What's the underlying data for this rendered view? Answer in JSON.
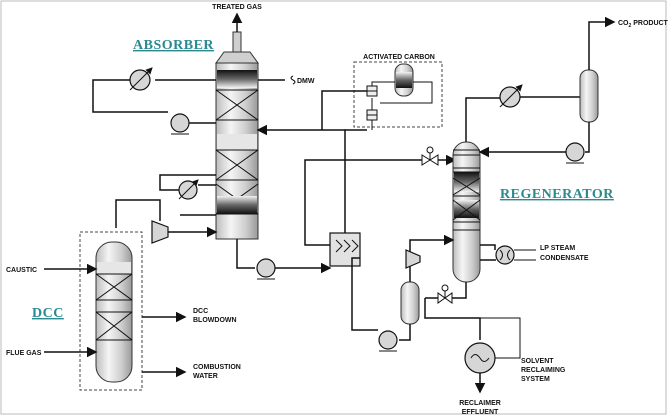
{
  "titles": {
    "absorber": "ABSORBER",
    "regenerator": "REGENERATOR",
    "dcc": "DCC"
  },
  "labels": {
    "treated_gas": "TREATED GAS",
    "co2_product_main": "CO",
    "co2_product_sub": "2",
    "co2_product_tail": " PRODUCT",
    "dmw": "DMW",
    "activated_carbon": "ACTIVATED CARBON",
    "caustic": "CAUSTIC",
    "flue_gas": "FLUE GAS",
    "dcc_blowdown_1": "DCC",
    "dcc_blowdown_2": "BLOWDOWN",
    "combustion_water_1": "COMBUSTION",
    "combustion_water_2": "WATER",
    "lp_steam_1": "LP STEAM",
    "lp_steam_2": "CONDENSATE",
    "solvent_reclaiming_1": "SOLVENT",
    "solvent_reclaiming_2": "RECLAIMING",
    "solvent_reclaiming_3": "SYSTEM",
    "reclaimer_effluent_1": "RECLAIMER",
    "reclaimer_effluent_2": "EFFLUENT"
  },
  "colors": {
    "title": "#2a8a8f",
    "line": "#111111",
    "vessel_dark": "#222222",
    "vessel_light": "#eeeeee"
  }
}
